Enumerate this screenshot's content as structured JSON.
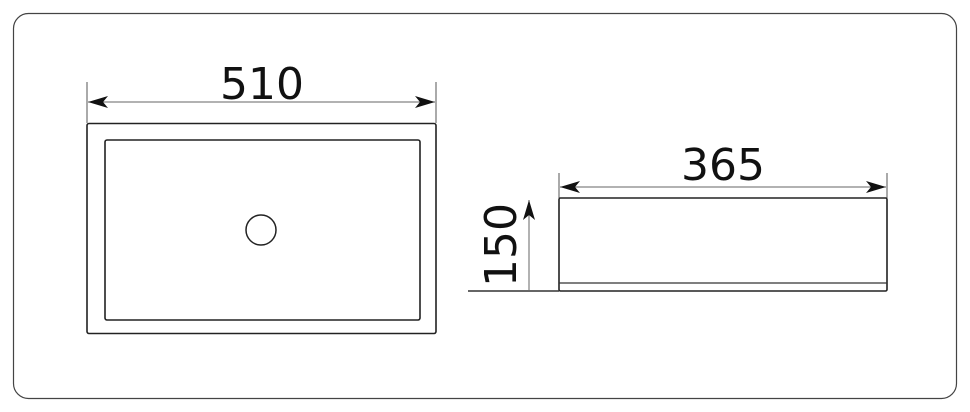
{
  "top_view": {
    "width_label": "510"
  },
  "side_view": {
    "width_label": "365",
    "height_label": "150"
  }
}
